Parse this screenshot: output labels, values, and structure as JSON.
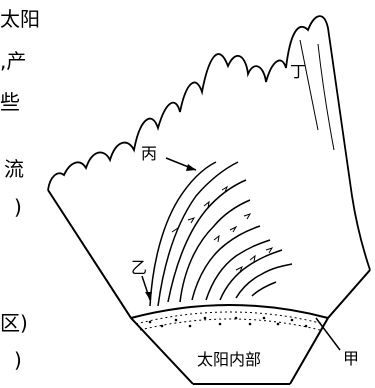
{
  "left_text": {
    "line1": "太阳",
    "line2": ",产",
    "line3": "些",
    "line4": "流",
    "line5": ")",
    "line6": "区)",
    "line7": ")"
  },
  "diagram": {
    "label_jia": "甲",
    "label_yi": "乙",
    "label_bing": "丙",
    "label_ding": "丁",
    "label_interior": "太阳内部"
  }
}
